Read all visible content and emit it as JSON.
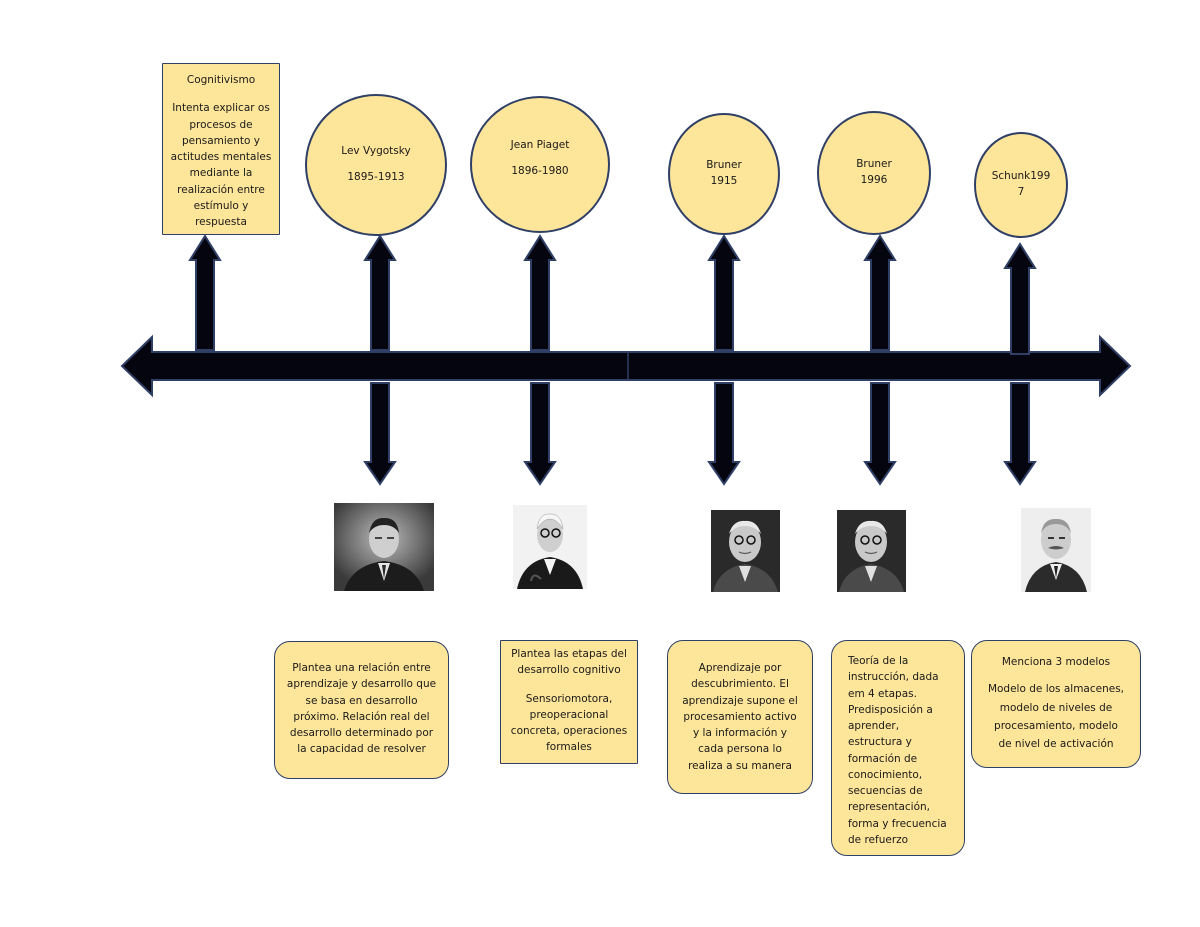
{
  "colors": {
    "box_fill": "#fde59a",
    "box_border": "#2f3f66",
    "arrow_fill": "#050510",
    "arrow_outline": "#2f3f66"
  },
  "intro_box": {
    "title": "Cognitivismo",
    "text": "Intenta explicar os\nprocesos de\npensamiento y\nactitudes mentales\nmediante la\nrealización entre\nestímulo y\nrespuesta"
  },
  "circles": [
    {
      "name": "Lev Vygotsky",
      "years": "1895-1913"
    },
    {
      "name": "Jean Piaget",
      "years": "1896-1980"
    },
    {
      "name": "Bruner",
      "years": "1915"
    },
    {
      "name": "Bruner",
      "years": "1996"
    },
    {
      "name": "Schunk199",
      "years": "7"
    }
  ],
  "photos": [
    {
      "icon": "vygotsky-portrait"
    },
    {
      "icon": "piaget-portrait"
    },
    {
      "icon": "bruner-portrait"
    },
    {
      "icon": "bruner-portrait"
    },
    {
      "icon": "schunk-portrait"
    }
  ],
  "descriptions": [
    {
      "text": "Plantea una relación entre\naprendizaje y desarrollo que\nse basa en desarrollo\npróximo. Relación real del\ndesarrollo determinado por\nla capacidad de resolver"
    },
    {
      "text": "Plantea las etapas del\ndesarrollo cognitivo",
      "text2": "Sensoriomotora,\npreoperacional\nconcreta, operaciones\nformales"
    },
    {
      "text": "Aprendizaje por\ndescubrimiento. El\naprendizaje supone el\nprocesamiento activo\ny la información y\ncada persona lo\nrealiza a su manera"
    },
    {
      "text": "Teoría de la\ninstrucción, dada\nem 4 etapas.\nPredisposición a\naprender,\nestructura y\nformación de\nconocimiento,\nsecuencias de\nrepresentación,\nforma y frecuencia\nde refuerzo"
    },
    {
      "text": "Menciona 3 modelos",
      "text2": "Modelo de los almacenes,\nmodelo de niveles de\nprocesamiento, modelo\nde nivel de activación"
    }
  ]
}
